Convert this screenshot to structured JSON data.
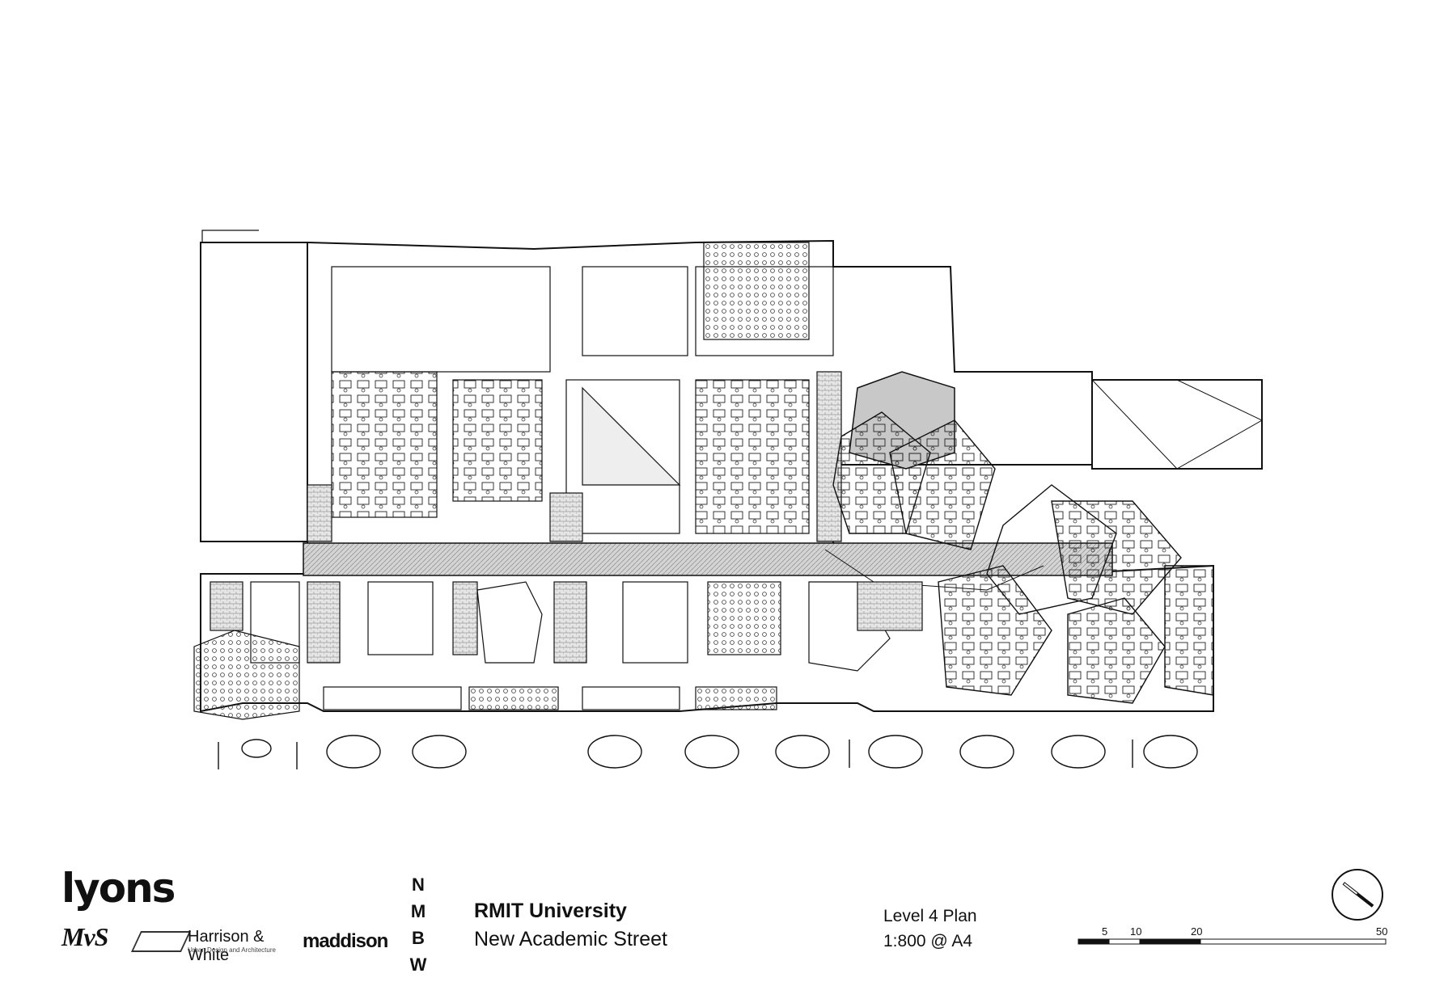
{
  "title_block": {
    "client": "RMIT University",
    "project": "New Academic Street",
    "sheet": "Level 4 Plan",
    "scale_note": "1:800 @ A4"
  },
  "logos": {
    "lyons": "lyons",
    "mvs": "MvS",
    "harrison_white": "Harrison & White",
    "harrison_white_sub": "Urban Design and Architecture",
    "maddison": "maddison",
    "nmbw": [
      "N",
      "M",
      "B",
      "W"
    ]
  },
  "scale_bar": {
    "labels": [
      "5",
      "10",
      "20",
      "50"
    ],
    "unit_max": 50
  },
  "colors": {
    "linework": "#111111",
    "hatch": "#9a9a9a",
    "shade": "#c8c8c8"
  }
}
